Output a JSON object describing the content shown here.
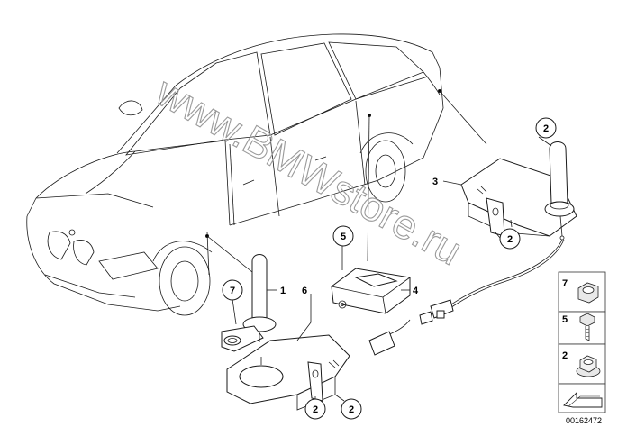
{
  "diagram": {
    "watermark": "www.BMWstore.ru",
    "part_id": "00162472",
    "callouts": {
      "c1": "1",
      "c2a": "2",
      "c2b": "2",
      "c2c": "2",
      "c2d": "2",
      "c3": "3",
      "c4": "4",
      "c5": "5",
      "c6": "6",
      "c7": "7"
    },
    "legend": [
      {
        "number": "7",
        "icon": "hex-nut-icon"
      },
      {
        "number": "5",
        "icon": "screw-icon"
      },
      {
        "number": "2",
        "icon": "flange-nut-icon"
      }
    ]
  }
}
